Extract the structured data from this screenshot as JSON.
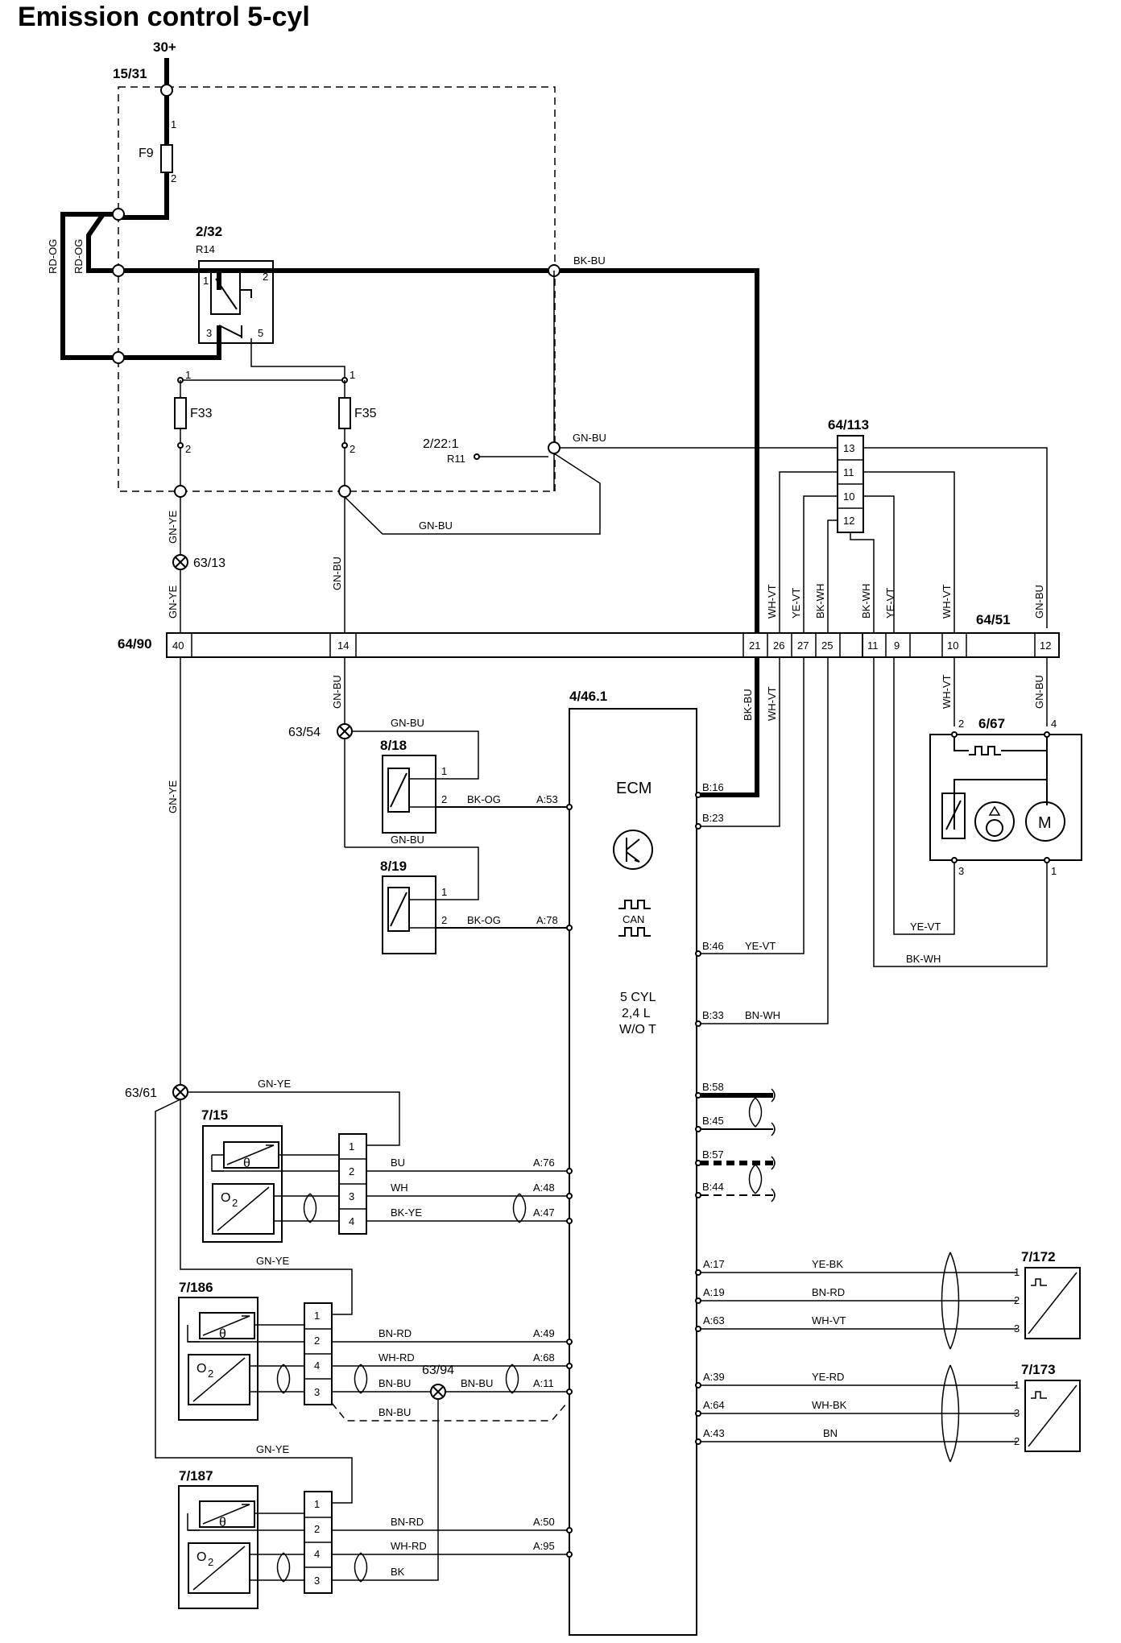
{
  "title": "Emission control 5-cyl",
  "supply": "30+",
  "components": {
    "c15_31": "15/31",
    "f9": "F9",
    "c2_32": "2/32",
    "r14": "R14",
    "f33": "F33",
    "f35": "F35",
    "c2_22_1": "2/22:1",
    "r11": "R11",
    "c64_113": "64/113",
    "c63_13": "63/13",
    "c64_90": "64/90",
    "c64_51": "64/51",
    "c4_46_1": "4/46.1",
    "c63_54": "63/54",
    "c8_18": "8/18",
    "c8_19": "8/19",
    "c6_67": "6/67",
    "c63_61": "63/61",
    "c7_15": "7/15",
    "c7_186": "7/186",
    "c63_94": "63/94",
    "c7_187": "7/187",
    "c7_172": "7/172",
    "c7_173": "7/173"
  },
  "ecm": {
    "name": "ECM",
    "can": "CAN",
    "spec_line1": "5 CYL",
    "spec_line2": "2,4 L",
    "spec_line3": "W/O T"
  },
  "wires": {
    "rd_og": "RD-OG",
    "bk_bu": "BK-BU",
    "gn_bu": "GN-BU",
    "gn_ye": "GN-YE",
    "wh_vt": "WH-VT",
    "ye_vt": "YE-VT",
    "bk_wh": "BK-WH",
    "bk_og": "BK-OG",
    "bn_wh": "BN-WH",
    "bu": "BU",
    "wh": "WH",
    "bk_ye": "BK-YE",
    "bn_rd": "BN-RD",
    "wh_rd": "WH-RD",
    "bn_bu": "BN-BU",
    "bk": "BK",
    "ye_bk": "YE-BK",
    "ye_rd": "YE-RD",
    "wh_bk": "WH-BK",
    "bn": "BN"
  },
  "pins": {
    "p1": "1",
    "p2": "2",
    "p3": "3",
    "p4": "4",
    "p5": "5",
    "p9": "9",
    "p10": "10",
    "p11": "11",
    "p12": "12",
    "p13": "13",
    "p14": "14",
    "p21": "21",
    "p25": "25",
    "p26": "26",
    "p27": "27",
    "p40": "40"
  },
  "ecm_pins": {
    "b16": "B:16",
    "b23": "B:23",
    "b46": "B:46",
    "b33": "B:33",
    "b58": "B:58",
    "b45": "B:45",
    "b57": "B:57",
    "b44": "B:44",
    "a53": "A:53",
    "a78": "A:78",
    "a76": "A:76",
    "a48": "A:48",
    "a47": "A:47",
    "a49": "A:49",
    "a68": "A:68",
    "a11": "A:11",
    "a50": "A:50",
    "a95": "A:95",
    "a17": "A:17",
    "a19": "A:19",
    "a63": "A:63",
    "a39": "A:39",
    "a64": "A:64",
    "a43": "A:43"
  },
  "symbols": {
    "theta": "θ",
    "oxygen": "O",
    "oxygen_sub": "2",
    "motor": "M"
  }
}
